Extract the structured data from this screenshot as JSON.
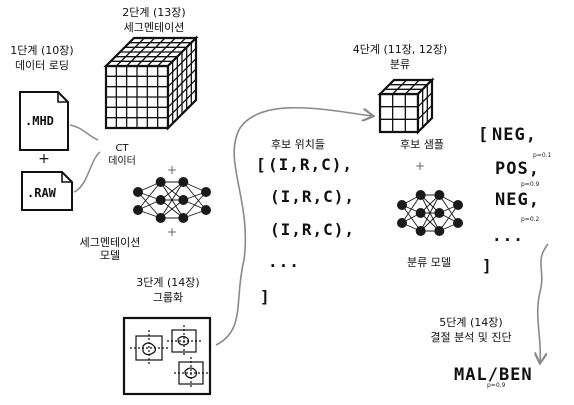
{
  "stage1": {
    "title": "1단계 (10장)",
    "subtitle": "데이터 로딩",
    "file_top": ".MHD",
    "plus": "+",
    "file_bottom": ".RAW"
  },
  "stage2": {
    "title": "2단계 (13장)",
    "subtitle": "세그멘테이션",
    "ct_label": "CT\n데이터",
    "model_label": "세그멘테이션\n모델",
    "plus_top": "+",
    "plus_bottom": "+"
  },
  "stage3": {
    "title": "3단계 (14장)",
    "subtitle": "그룹화"
  },
  "candidates": {
    "title": "후보 위치들",
    "open": "[",
    "tuples": [
      "(I,R,C),",
      "(I,R,C),",
      "(I,R,C),"
    ],
    "ellipsis": "...",
    "close": "]"
  },
  "stage4": {
    "title": "4단계 (11장, 12장)",
    "subtitle": "분류",
    "sample_label": "후보 샘플",
    "plus": "+",
    "model_label": "분류 모델"
  },
  "classification": {
    "open": "[",
    "items": [
      {
        "label": "NEG,",
        "prob": "p=0.1"
      },
      {
        "label": "POS,",
        "prob": "p=0.9"
      },
      {
        "label": "NEG,",
        "prob": "p=0.2"
      }
    ],
    "ellipsis": "...",
    "close": "]"
  },
  "stage5": {
    "title": "5단계 (14장)",
    "subtitle": "결절 분석 및 진단",
    "result": "MAL/BEN",
    "prob": "p=0.9"
  },
  "colors": {
    "ink": "#111111",
    "arrow": "#8a8a8a",
    "node": "#1a1a1a",
    "paper": "#ffffff"
  }
}
